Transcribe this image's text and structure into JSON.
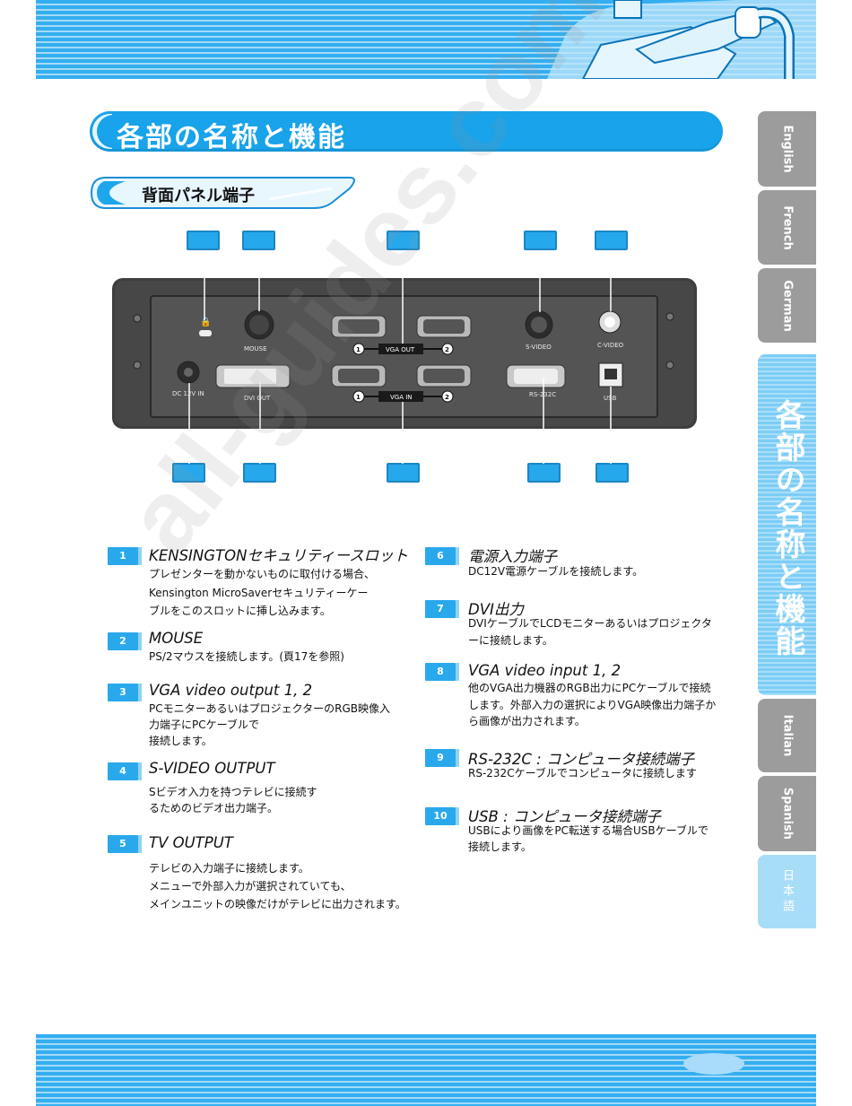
{
  "page": {
    "title": "各部の名称と機能",
    "section_title": "背面パネル端子",
    "watermark": "all-guides.com"
  },
  "panel_labels": {
    "mouse": "MOUSE",
    "vga_out": "VGA OUT",
    "vga_in": "VGA IN",
    "svideo": "S-VIDEO",
    "cvideo": "C-VIDEO",
    "dc_in": "DC 12V IN",
    "dvi_out": "DVI OUT",
    "rs232c": "RS-232C",
    "usb": "USB",
    "port_1": "1",
    "port_2": "2"
  },
  "items": [
    {
      "num": "1",
      "title": "KENSINGTONセキュリティースロット",
      "desc": [
        "プレゼンターを動かないものに取付ける場合、",
        "Kensington MicroSaverセキュリティーケー",
        "ブルをこのスロットに挿し込みます。"
      ]
    },
    {
      "num": "2",
      "title": "MOUSE",
      "desc": [
        "PS/2マウスを接続します。(頁17を参照)"
      ]
    },
    {
      "num": "3",
      "title": "VGA video output 1, 2",
      "desc": [
        "PCモニターあるいはプロジェクターのRGB映像入",
        "力端子にPCケーブルで",
        "接続します。"
      ]
    },
    {
      "num": "4",
      "title": "S-VIDEO OUTPUT",
      "desc": [
        "Sビデオ入力を持つテレビに接続す",
        "るためのビデオ出力端子。"
      ]
    },
    {
      "num": "5",
      "title": "TV OUTPUT",
      "desc": [
        "テレビの入力端子に接続します。",
        "メニューで外部入力が選択されていても、",
        "メインユニットの映像だけがテレビに出力されます。"
      ]
    },
    {
      "num": "6",
      "title": "電源入力端子",
      "desc": [
        "DC12V電源ケーブルを接続します。"
      ]
    },
    {
      "num": "7",
      "title": "DVI出力",
      "desc": [
        "DVIケーブルでLCDモニターあるいはプロジェクタ",
        "ーに接続します。"
      ]
    },
    {
      "num": "8",
      "title": "VGA video input 1, 2",
      "desc": [
        "他のVGA出力機器のRGB出力にPCケーブルで接続",
        "します。外部入力の選択によりVGA映像出力端子か",
        "ら画像が出力されます。"
      ]
    },
    {
      "num": "9",
      "title": "RS-232C : コンピュータ接続端子",
      "desc": [
        "RS-232Cケーブルでコンピュータに接続します"
      ]
    },
    {
      "num": "10",
      "title": "USB : コンピュータ接続端子",
      "desc": [
        "USBにより画像をPC転送する場合USBケーブルで",
        "接続します。"
      ]
    }
  ],
  "side_tabs": {
    "english": "English",
    "french": "French",
    "german": "German",
    "japanese_section": "各部の名称と機能",
    "italian": "Italian",
    "spanish": "Spanish",
    "nihongo": "日本語"
  },
  "colors": {
    "accent_blue": "#18a3ea",
    "panel_dark": "#3c3c3c",
    "tab_gray": "#9c9c9c",
    "tab_light_blue": "#7ccdf6"
  }
}
